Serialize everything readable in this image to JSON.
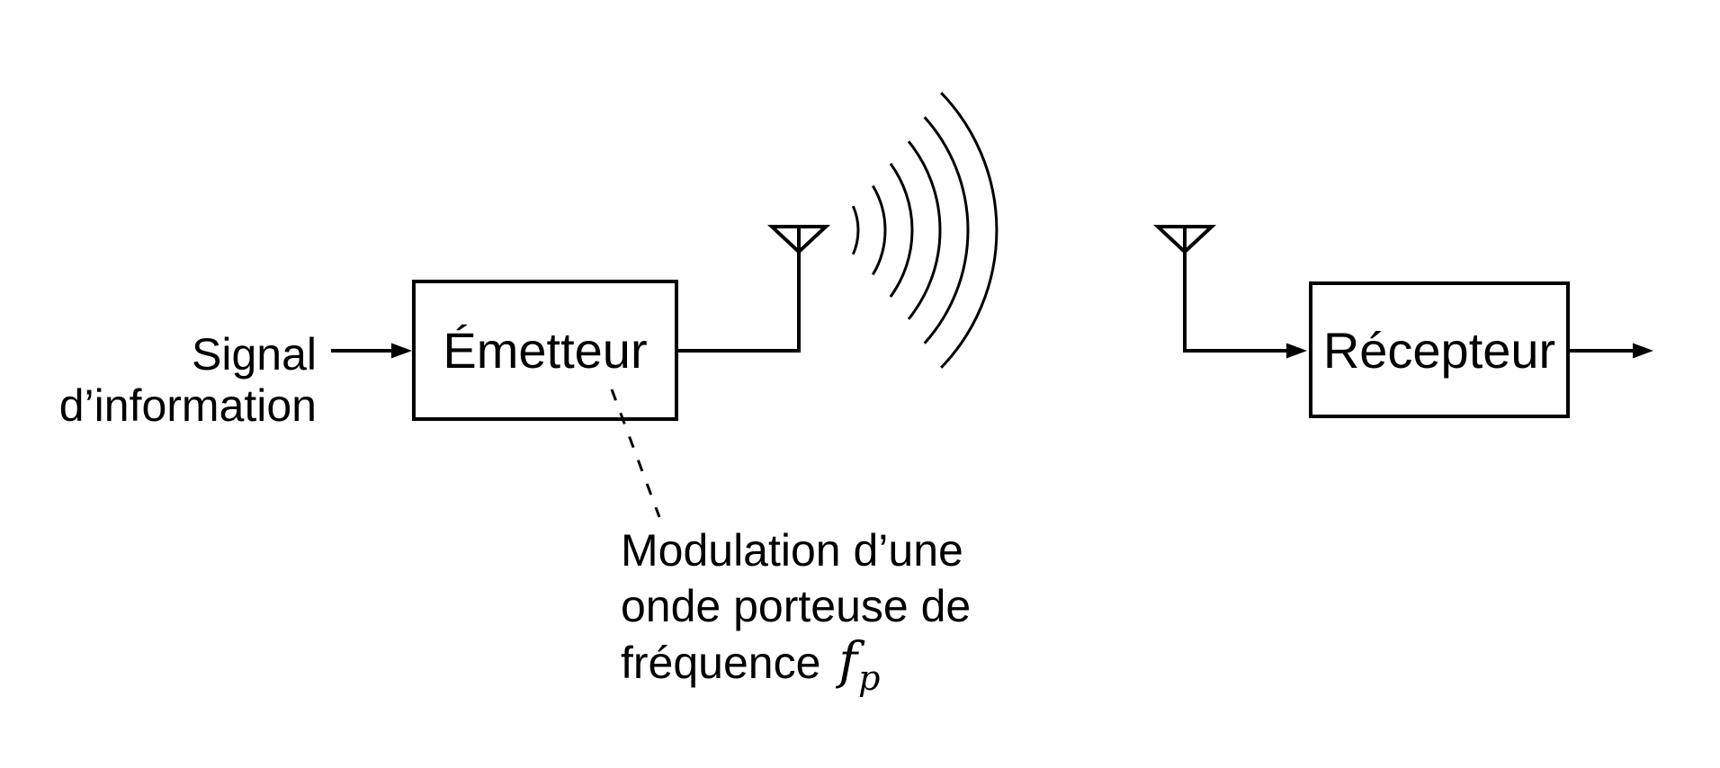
{
  "style": {
    "background_color": "#ffffff",
    "line_color": "#000000",
    "text_color": "#000000"
  },
  "icons": {
    "transmit_antenna": "antenna-icon",
    "receive_antenna": "antenna-icon",
    "radio_waves": "radio-waves-icon"
  },
  "labels": {
    "signal": {
      "line1": "Signal",
      "line2": "d’information"
    },
    "transmitter": "Émetteur",
    "receiver": "Récepteur",
    "modulation": {
      "line1": "Modulation d’une",
      "line2": "onde porteuse de",
      "line3": "fréquence",
      "symbol": "f",
      "symbol_subscript": "p"
    }
  }
}
